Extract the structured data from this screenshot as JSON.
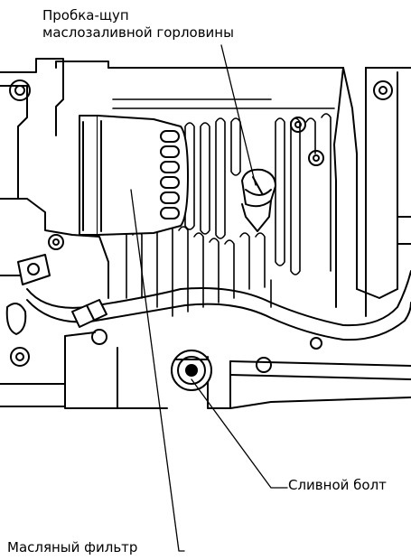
{
  "labels": {
    "dipstick_line1": "Пробка-щуп",
    "dipstick_line2": "маслозаливной горловины",
    "drain_bolt": "Сливной болт",
    "oil_filter": "Масляный фильтр"
  },
  "colors": {
    "ink": "#000000",
    "paper": "#ffffff"
  }
}
